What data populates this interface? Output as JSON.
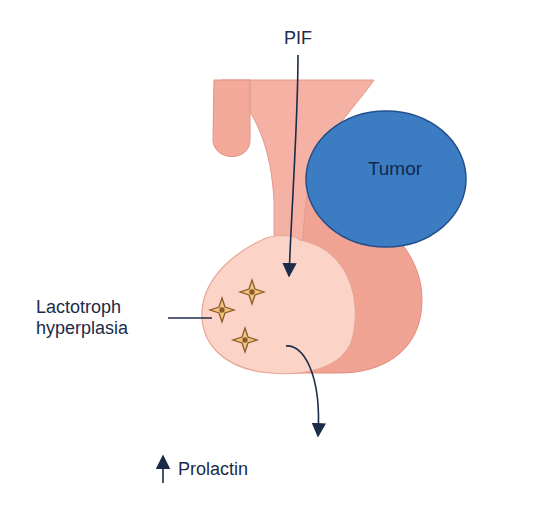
{
  "diagram": {
    "nodes": [
      {
        "text": [
          "Tumor"
        ]
      }
    ],
    "labels": [
      "PIF",
      "Lactotroph hyperplasia",
      "Prolactin"
    ]
  }
}
